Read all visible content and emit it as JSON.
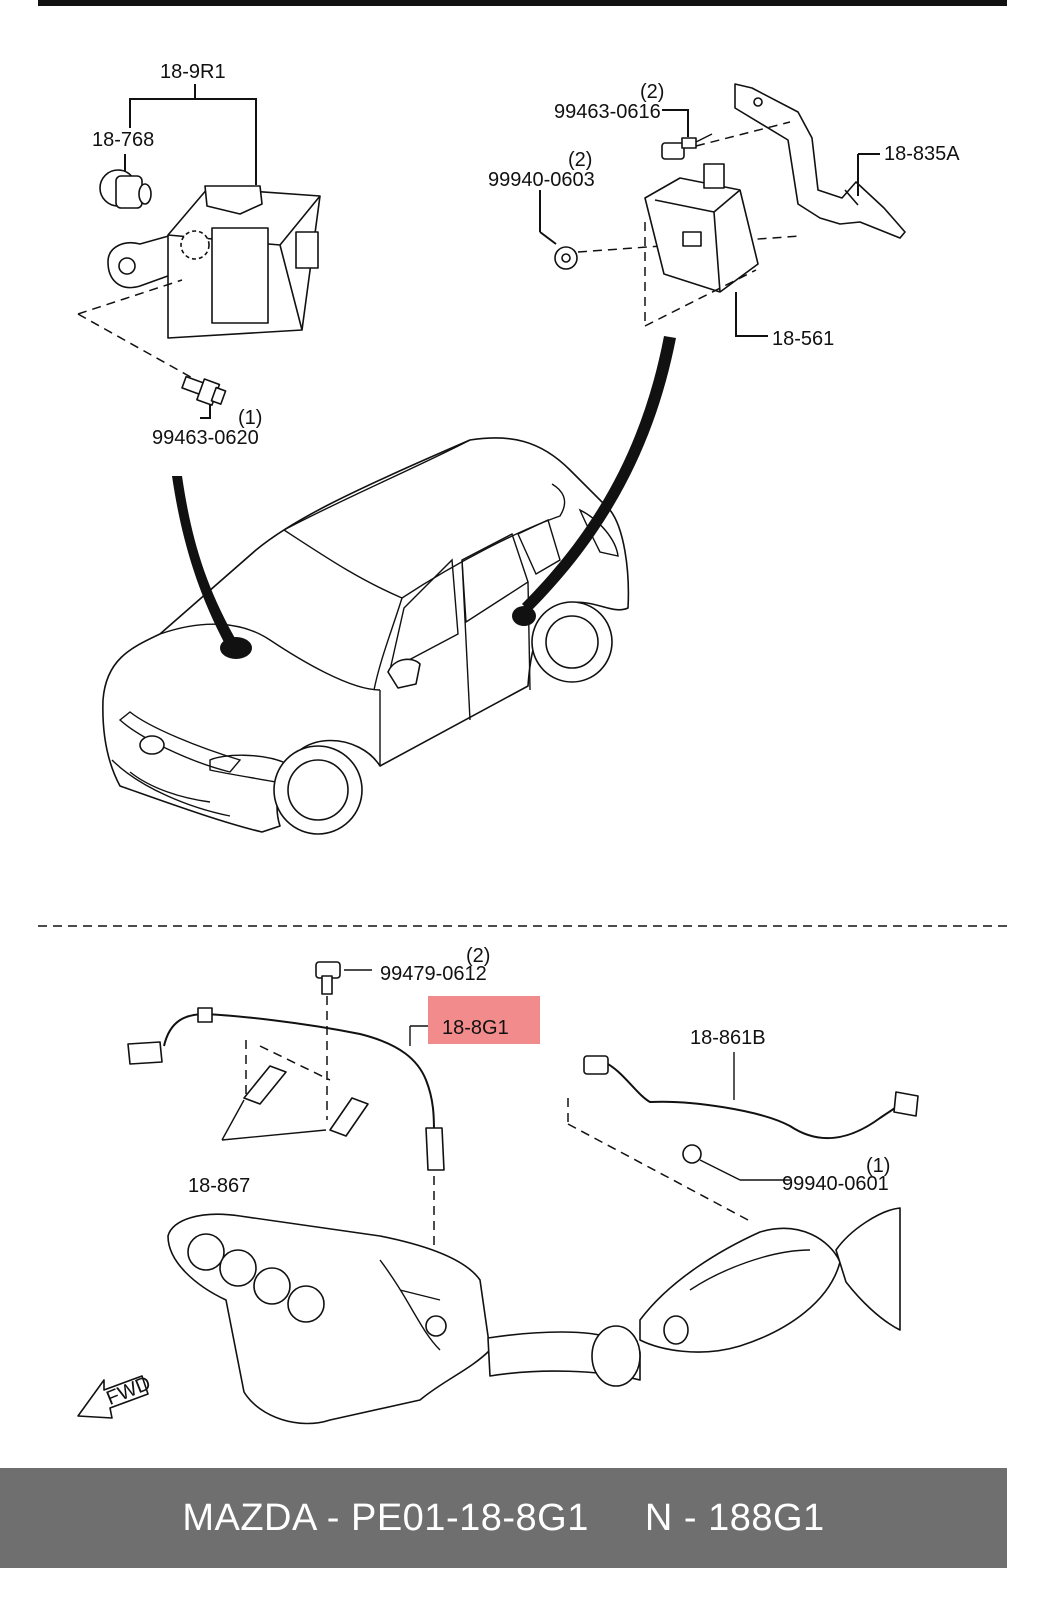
{
  "colors": {
    "line": "#111111",
    "highlight": "#f28b8b",
    "footer_bg": "#6f6f6f",
    "footer_text": "#ffffff"
  },
  "labels": {
    "module_group": "18-9R1",
    "pin_18_768": "18-768",
    "bolt_0620_qty": "(1)",
    "bolt_0620": "99463-0620",
    "bolt_0616_qty": "(2)",
    "bolt_0616": "99463-0616",
    "nut_0603_qty": "(2)",
    "nut_0603": "99940-0603",
    "bracket_835a": "18-835A",
    "module_561": "18-561",
    "bolt_0612_qty": "(2)",
    "bolt_0612": "99479-0612",
    "sensor_8g1": "18-8G1",
    "sensor_861b": "18-861B",
    "clip_867": "18-867",
    "nut_0601_qty": "(1)",
    "nut_0601": "99940-0601",
    "fwd": "FWD"
  },
  "icons": [
    "arrow-pointer-icon",
    "fwd-arrow-icon"
  ],
  "footer": {
    "left": "MAZDA - PE01-18-8G1",
    "right": "N - 188G1"
  }
}
